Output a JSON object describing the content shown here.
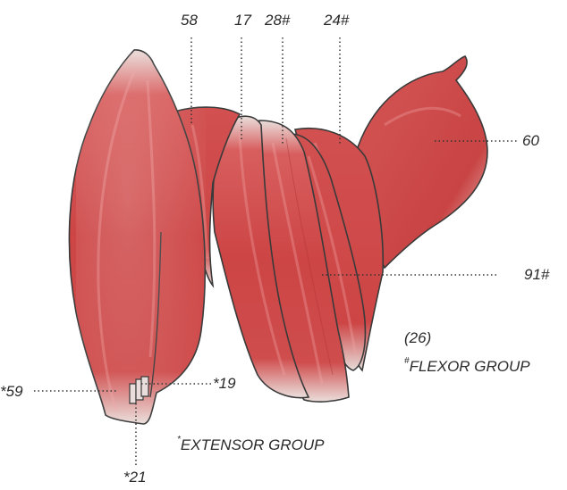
{
  "labels": {
    "top": [
      "58",
      "17",
      "28#",
      "24#"
    ],
    "right_upper": "60",
    "right_middle": "91#",
    "left_bottom": "*59",
    "small_mid": "*19",
    "bottom": "*21",
    "group_count": "(26)"
  },
  "legend": {
    "flexor_mark": "#",
    "flexor_text": "FLEXOR GROUP",
    "extensor_mark": "*",
    "extensor_text": "EXTENSOR GROUP"
  },
  "colors": {
    "muscle_red": "#cf4a4a",
    "muscle_dark": "#b23434",
    "tendon": "#e9e2df",
    "outline": "#3a3a3a",
    "leader": "#333333"
  }
}
